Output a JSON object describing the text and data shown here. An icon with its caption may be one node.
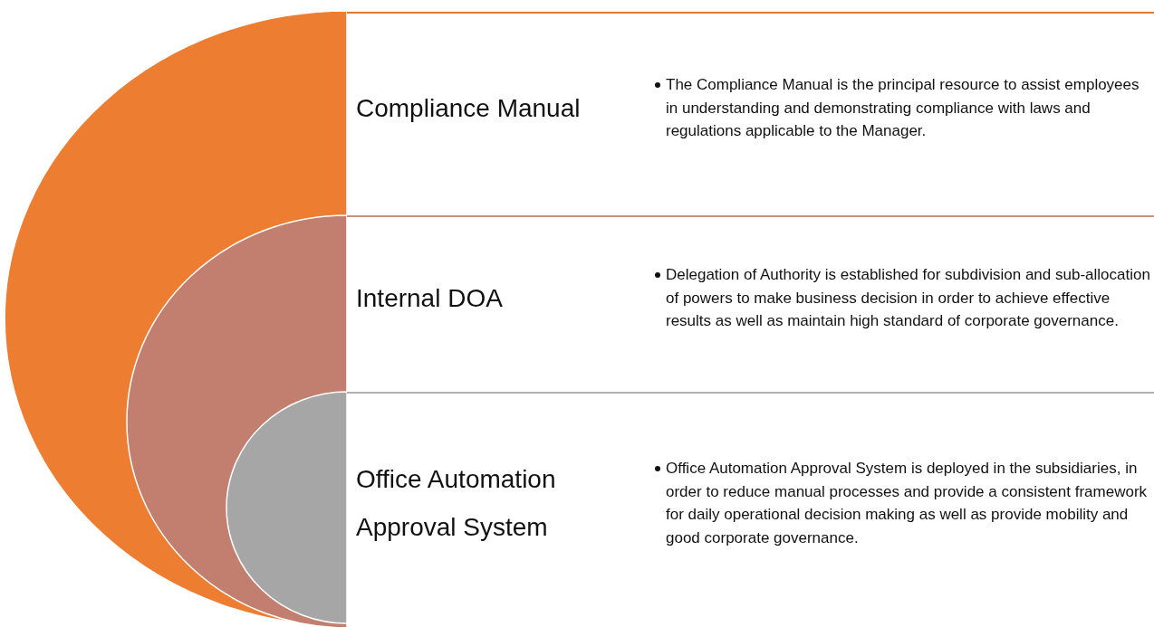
{
  "diagram": {
    "nodes": [
      {
        "text": [
          "Compliance Manual",
          "The Compliance Manual is the principal resource to assist employees in understanding and demonstrating compliance with laws and regulations applicable to the Manager."
        ]
      },
      {
        "text": [
          "Internal DOA",
          "Delegation of Authority is established for subdivision and sub-allocation of powers to make business decision in order to achieve effective results as well as maintain high standard of corporate governance."
        ]
      },
      {
        "text": [
          "Office Automation Approval System",
          "Office Automation Approval System is deployed in the subsidiaries, in order to reduce manual processes and provide a consistent framework for daily operational decision making as well as provide mobility and good corporate governance."
        ]
      }
    ],
    "edges": []
  }
}
